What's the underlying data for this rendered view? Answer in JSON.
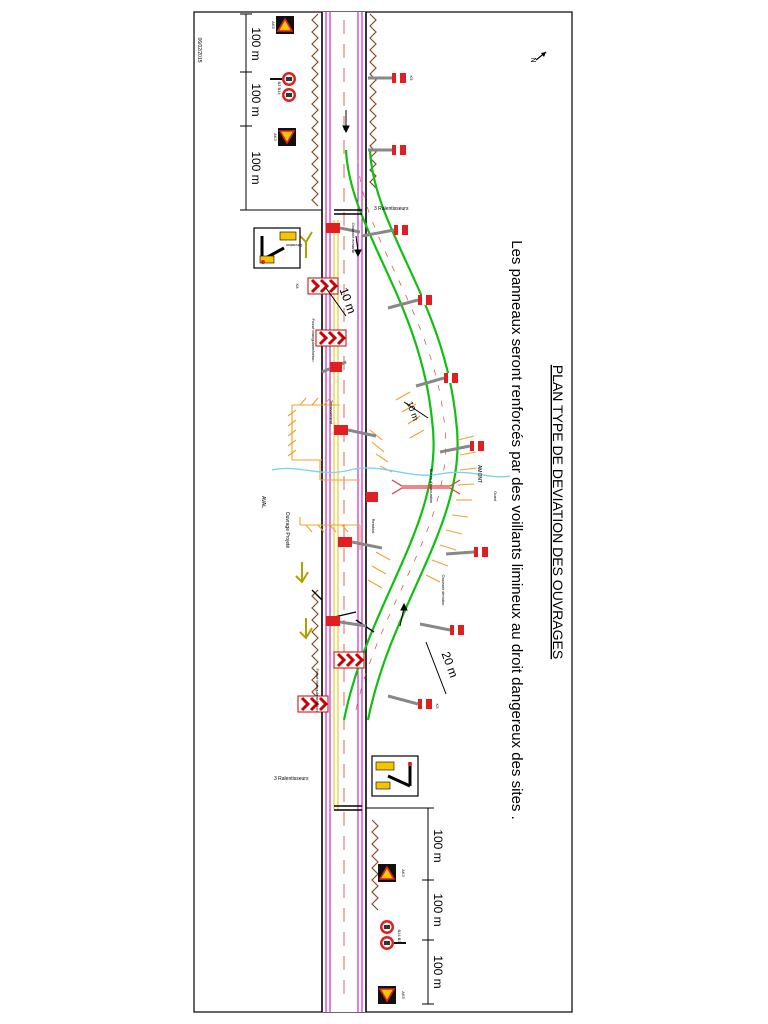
{
  "document": {
    "title": "PLAN TYPE DE DEVIATION DES OUVRAGES",
    "note": "Les panneaux seront renforcés par des voillants limineux au droit dangereux des sites .",
    "date": "06/02/2015",
    "north_symbol": "N"
  },
  "dimensions": {
    "left_1": "100 m",
    "left_2": "100 m",
    "left_3": "100 m",
    "right_1": "100 m",
    "right_2": "100 m",
    "right_3": "100 m",
    "bend_10m_a": "10 m",
    "bend_10m_b": "10 m",
    "bend_20m": "20 m"
  },
  "labels": {
    "ralentisseurs_top": "3 Ralentisseurs",
    "ralentisseurs_bottom": "3 Ralentisseurs",
    "ouvrage_projete": "Ouvrage Projeté",
    "aval": "AVAL",
    "amont": "AMONT",
    "buses": "Buses d'évacuation",
    "fosse_1": "Fossé triangulaire/béton",
    "fosse_2": "Fossé triangulaire/béton",
    "terrassement": "Terrassement",
    "remblai": "Remblai",
    "oued": "Oued",
    "chaussee_existante": "Chaussée existante",
    "chaussee_deviation": "Chaussée déviation"
  },
  "signs": {
    "ak5_top": "AK5",
    "ak3_top": "AK3",
    "b3_b14_top": "B3   B14",
    "k8": "K8",
    "k5": "K5",
    "ak5_bottom": "AK5",
    "ak3_bottom": "AK3",
    "b14_b3_bottom": "B14   B3",
    "deviation": "Déviation",
    "jalon": "K5"
  }
}
